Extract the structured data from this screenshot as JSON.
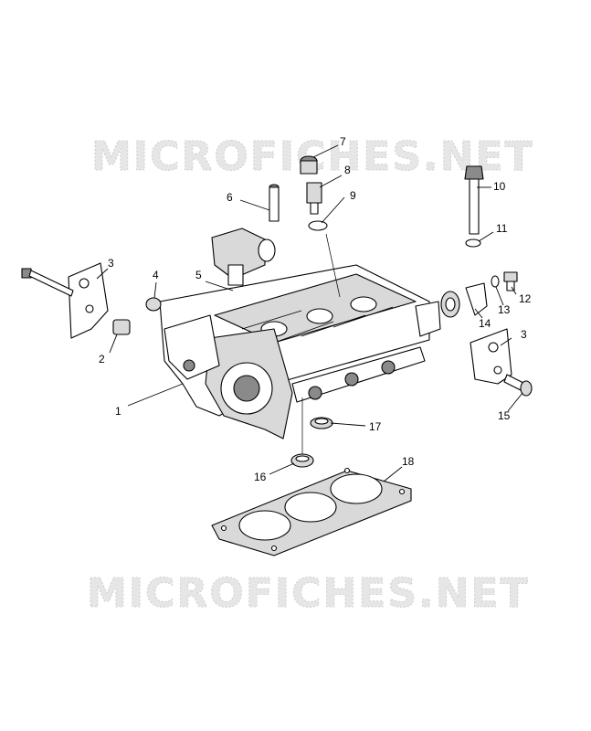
{
  "watermark": {
    "top": "MICROFICHES.NET",
    "bottom": "MICROFICHES.NET"
  },
  "callouts": [
    "1",
    "2",
    "3",
    "3",
    "4",
    "5",
    "6",
    "7",
    "8",
    "9",
    "10",
    "11",
    "12",
    "13",
    "14",
    "15",
    "16",
    "17",
    "18"
  ]
}
